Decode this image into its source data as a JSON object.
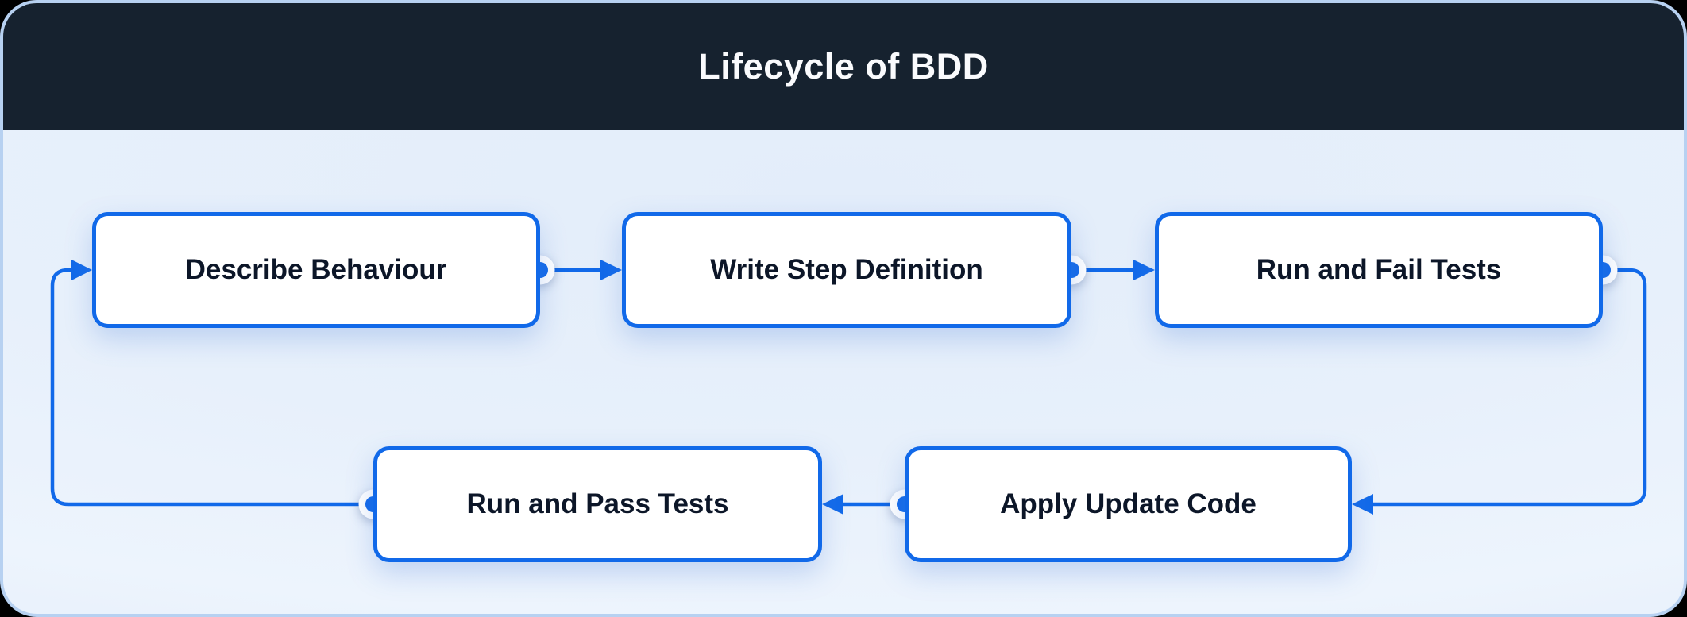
{
  "header": {
    "title": "Lifecycle of BDD"
  },
  "nodes": [
    {
      "id": "describe-behaviour",
      "label": "Describe Behaviour"
    },
    {
      "id": "write-step-definition",
      "label": "Write Step Definition"
    },
    {
      "id": "run-and-fail-tests",
      "label": "Run and Fail Tests"
    },
    {
      "id": "run-and-pass-tests",
      "label": "Run and Pass Tests"
    },
    {
      "id": "apply-update-code",
      "label": "Apply Update Code"
    }
  ],
  "edges": [
    {
      "from": "describe-behaviour",
      "to": "write-step-definition"
    },
    {
      "from": "write-step-definition",
      "to": "run-and-fail-tests"
    },
    {
      "from": "run-and-fail-tests",
      "to": "apply-update-code"
    },
    {
      "from": "apply-update-code",
      "to": "run-and-pass-tests"
    },
    {
      "from": "run-and-pass-tests",
      "to": "describe-behaviour"
    }
  ],
  "colors": {
    "accent_blue": "#1169E9",
    "header_bg": "#16222F",
    "body_bg": "#E7F0FB",
    "node_bg": "#FFFFFF",
    "node_text": "#0C1628",
    "outer_border": "#B7D1F1",
    "title_text": "#FAFBFD"
  }
}
